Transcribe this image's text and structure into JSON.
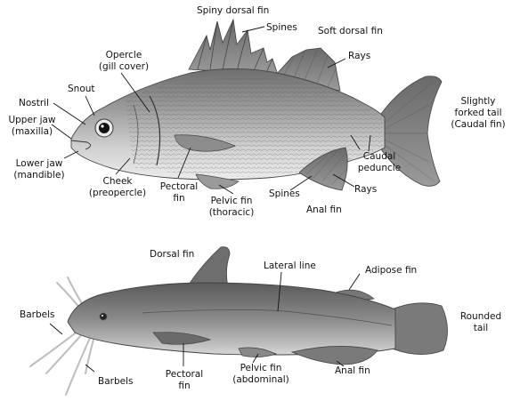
{
  "bass": {
    "labels": {
      "spiny_dorsal_fin": "Spiny dorsal fin",
      "spines_top": "Spines",
      "soft_dorsal_fin": "Soft dorsal fin",
      "rays_top": "Rays",
      "opercle": [
        "Opercle",
        "(gill cover)"
      ],
      "snout": "Snout",
      "nostril": "Nostril",
      "upper_jaw": [
        "Upper jaw",
        "(maxilla)"
      ],
      "lower_jaw": [
        "Lower jaw",
        "(mandible)"
      ],
      "cheek": [
        "Cheek",
        "(preopercle)"
      ],
      "pectoral_fin": [
        "Pectoral",
        "fin"
      ],
      "pelvic_fin": [
        "Pelvic fin",
        "(thoracic)"
      ],
      "spines_bottom": "Spines",
      "anal_fin": "Anal fin",
      "rays_bottom": "Rays",
      "caudal_peduncle": [
        "Caudal",
        "peduncle"
      ],
      "tail": [
        "Slightly",
        "forked tail",
        "(Caudal fin)"
      ]
    }
  },
  "catfish": {
    "labels": {
      "dorsal_fin": "Dorsal fin",
      "lateral_line": "Lateral line",
      "adipose_fin": "Adipose fin",
      "barbels_left": "Barbels",
      "barbels_bottom": "Barbels",
      "pectoral_fin": [
        "Pectoral",
        "fin"
      ],
      "pelvic_fin": [
        "Pelvic fin",
        "(abdominal)"
      ],
      "anal_fin": "Anal fin",
      "tail": [
        "Rounded",
        "tail"
      ]
    }
  }
}
